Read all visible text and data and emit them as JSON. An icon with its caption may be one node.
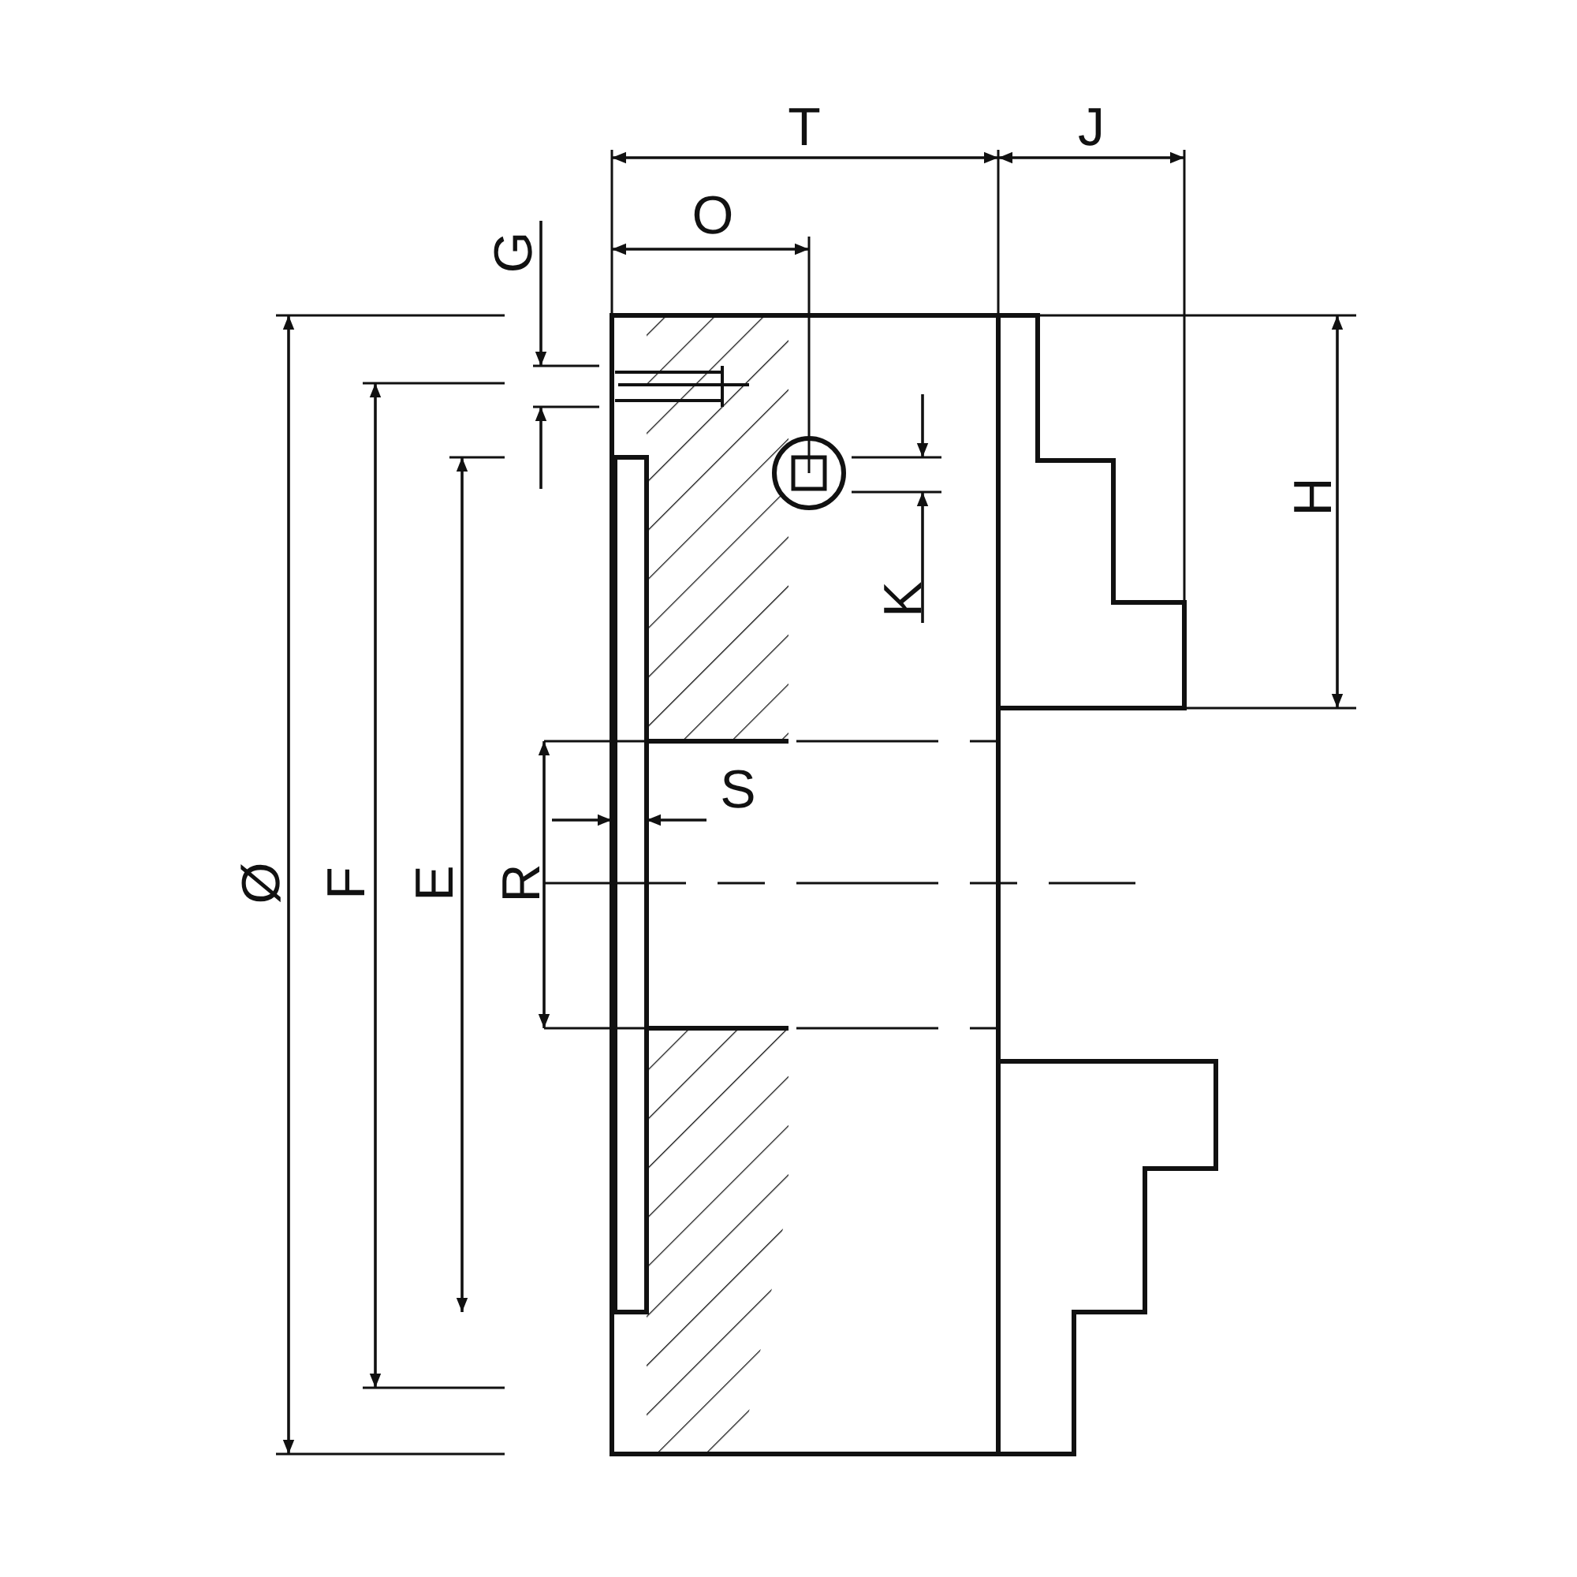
{
  "diagram": {
    "labels": [
      "T",
      "J",
      "O",
      "G",
      "H",
      "K",
      "S",
      "Ø",
      "F",
      "E",
      "R"
    ]
  }
}
